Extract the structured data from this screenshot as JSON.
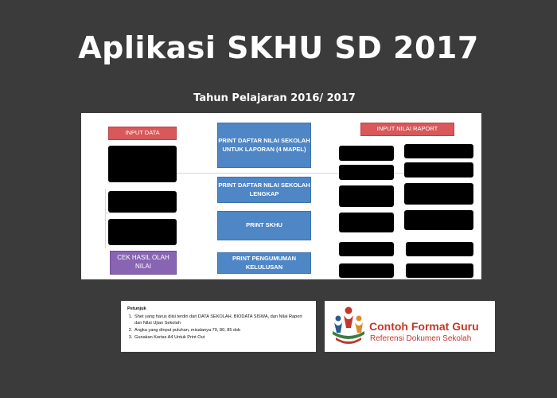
{
  "header": {
    "title": "Aplikasi SKHU SD 2017",
    "subtitle": "Tahun Pelajaran 2016/ 2017"
  },
  "menu": {
    "input_data": "INPUT DATA",
    "cek_hasil": "CEK HASIL OLAH NILAI",
    "print_daftar_laporan": "PRINT DAFTAR NILAI SEKOLAH UNTUK LAPORAN (4 MAPEL)",
    "print_daftar_lengkap": "PRINT DAFTAR NILAI SEKOLAH LENGKAP",
    "print_skhu": "PRINT SKHU",
    "print_pengumuman": "PRINT PENGUMUMAN KELULUSAN",
    "input_nilai_raport": "INPUT NILAI RAPORT"
  },
  "notes": {
    "heading": "Petunjuk",
    "items": [
      "Shet yang harus diisi terdiri dari DATA SEKOLAH,  BIODATA SISWA, dan Nilai Raport  dan  Nilai  Ujian  Sekolah",
      "Angka yang dinput puluhan, misalanya 70, 80, 85 dsb",
      "Gunakan Kertas A4 Untuk Print Out"
    ]
  },
  "logo": {
    "line1": "Contoh Format Guru",
    "line2": "Referensi Dokumen Sekolah",
    "brand_color": "#c0392b"
  },
  "colors": {
    "background": "#3b3b3b",
    "red_button": "#d9585a",
    "blue_button": "#4f86c6",
    "purple_button": "#8964b3"
  }
}
